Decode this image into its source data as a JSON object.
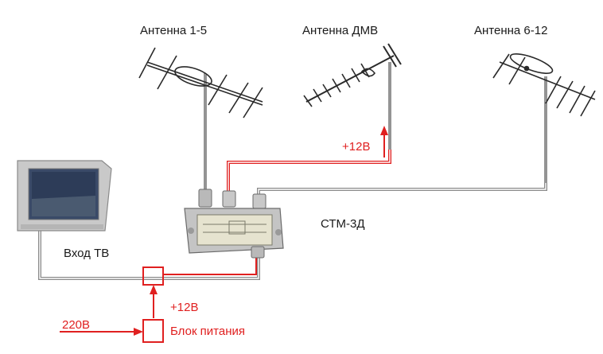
{
  "labels": {
    "antenna_1_5": "Антенна 1-5",
    "antenna_dmv": "Антенна ДМВ",
    "antenna_6_12": "Антенна 6-12",
    "plus12_top": "+12В",
    "stm": "СТМ-3Д",
    "tv_input": "Вход ТВ",
    "plus12_bottom": "+12В",
    "mains": "220В",
    "power_unit": "Блок питания"
  },
  "colors": {
    "dc_line": "#e02020",
    "cable": "#8a8a8a",
    "cable_inner": "#ffffff",
    "antenna": "#2a2a2a",
    "label_text": "#1a1a1a"
  },
  "icons": [
    "antenna-1-5-icon",
    "antenna-dmv-icon",
    "antenna-6-12-icon",
    "tv-icon",
    "amplifier-icon",
    "power-unit-icon"
  ]
}
